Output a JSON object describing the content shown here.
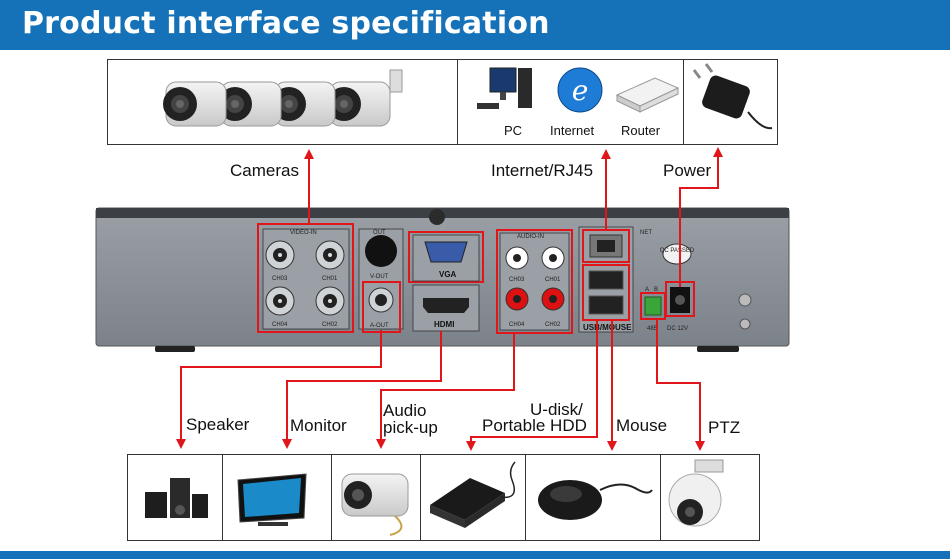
{
  "banner": {
    "title": "Product interface specification"
  },
  "top_devices": {
    "pc": "PC",
    "internet": "Internet",
    "router": "Router"
  },
  "labels": {
    "cameras": "Cameras",
    "internet_rj45": "Internet/RJ45",
    "power": "Power",
    "speaker": "Speaker",
    "monitor": "Monitor",
    "audio_line1": "Audio",
    "audio_line2": "pick-up",
    "udisk_line1": "U-disk/",
    "udisk_line2": "Portable HDD",
    "mouse": "Mouse",
    "ptz": "PTZ"
  },
  "panel": {
    "video_in": "VIDEO-IN",
    "out": "OUT",
    "v_out": "V-OUT",
    "a_out": "A-OUT",
    "vga": "VGA",
    "hdmi": "HDMI",
    "audio_in": "AUDIO-IN",
    "net": "NET",
    "usb_mouse": "USB/MOUSE",
    "port_485": "485",
    "a": "A",
    "b": "B",
    "dc": "DC 12V",
    "qc": "QC PASSED",
    "ch03": "CH03",
    "ch01": "CH01",
    "ch04": "CH04",
    "ch02": "CH02"
  },
  "colors": {
    "banner": "#1672b8",
    "arrow": "#e0161b",
    "panel": "#8a9097"
  }
}
